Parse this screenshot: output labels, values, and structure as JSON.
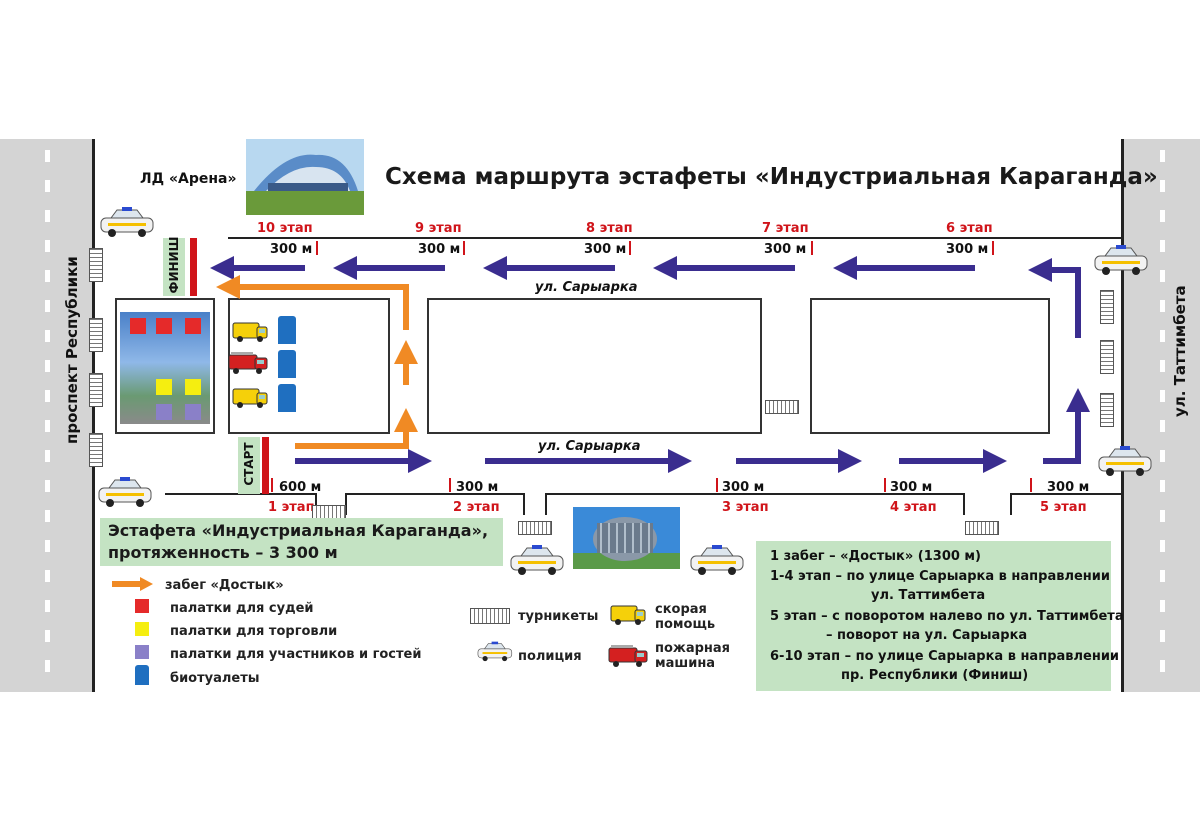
{
  "title": "Схема маршрута эстафеты «Индустриальная Караганда»",
  "arena_label": "ЛД «Арена»",
  "streets": {
    "left_avenue": "проспект  Республики",
    "right_street": "ул. Таттимбета",
    "top_street": "ул. Сарыарка",
    "bottom_street": "ул. Сарыарка"
  },
  "start_label": "СТАРТ",
  "finish_label": "ФИНИШ",
  "stages_top": [
    {
      "stage": "10 этап",
      "dist": "300 м"
    },
    {
      "stage": "9 этап",
      "dist": "300 м"
    },
    {
      "stage": "8 этап",
      "dist": "300 м"
    },
    {
      "stage": "7 этап",
      "dist": "300 м"
    },
    {
      "stage": "6 этап",
      "dist": "300 м"
    }
  ],
  "stages_bottom": [
    {
      "stage": "1 этап",
      "dist": "600 м"
    },
    {
      "stage": "2 этап",
      "dist": "300 м"
    },
    {
      "stage": "3 этап",
      "dist": "300 м"
    },
    {
      "stage": "4 этап",
      "dist": "300 м"
    },
    {
      "stage": "5 этап",
      "dist": "300 м"
    }
  ],
  "info_box": {
    "line1": "Эстафета «Индустриальная Караганда»,",
    "line2": "протяженность – 3 300 м"
  },
  "legend": [
    {
      "label": "забег «Достык»",
      "type": "arrow",
      "color": "#f08a24"
    },
    {
      "label": "палатки для судей",
      "type": "square",
      "color": "#e52a2a"
    },
    {
      "label": "палатки для торговли",
      "type": "square",
      "color": "#f5ee10"
    },
    {
      "label": "палатки для участников и гостей",
      "type": "square",
      "color": "#8a80c8"
    },
    {
      "label": "биотуалеты",
      "type": "toilet",
      "color": "#1f6fc0"
    }
  ],
  "legend2": {
    "turnstiles": "турникеты",
    "police": "полиция",
    "ambulance_1": "скорая",
    "ambulance_2": "помощь",
    "fire_1": "пожарная",
    "fire_2": "машина"
  },
  "notes": [
    "1 забег – «Достык» (1300 м)",
    "1-4 этап – по улице Сарыарка в направлении",
    "ул. Таттимбета",
    "5 этап – с поворотом налево по ул. Таттимбета",
    "– поворот на ул. Сарыарка",
    "6-10 этап – по улице Сарыарка в направлении",
    "пр. Республики (Финиш)"
  ],
  "colors": {
    "route_arrow": "#3a2d8f",
    "dostyk_arrow": "#f08a24",
    "stage_red": "#d0141a",
    "note_green": "#c4e3c3",
    "road_gray": "#d4d4d4"
  }
}
